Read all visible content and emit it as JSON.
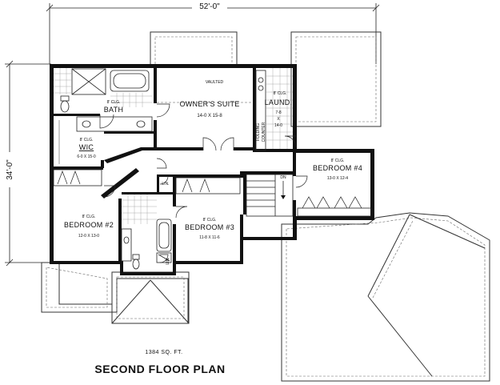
{
  "dimensions": {
    "width_label": "52'-0\"",
    "depth_label": "34'-0\""
  },
  "rooms": {
    "owners_suite": {
      "ceiling": "VAULTED",
      "name": "OWNER'S SUITE",
      "size": "14-0 X 15-8"
    },
    "bath": {
      "ceiling": "8' CLG.",
      "name": "BATH"
    },
    "wic": {
      "ceiling": "8' CLG.",
      "name": "WIC",
      "size": "6-0 X 15-0"
    },
    "laundry": {
      "ceiling": "8' CLG.",
      "name": "LAUND.",
      "size_a": "7-8",
      "size_x": "X",
      "size_b": "14-0"
    },
    "folding_counter": {
      "line1": "FOLDING",
      "line2": "COUNTER"
    },
    "bedroom4": {
      "ceiling": "8' CLG.",
      "name": "BEDROOM #4",
      "size": "13-0 X 12-4"
    },
    "bedroom2": {
      "ceiling": "8' CLG.",
      "name": "BEDROOM #2",
      "size": "12-0 X 13-0"
    },
    "bedroom3": {
      "ceiling": "8' CLG.",
      "name": "BEDROOM #3",
      "size": "11-8 X 11-6"
    },
    "linen1": {
      "name": "LIN."
    },
    "linen2": {
      "name": "LIN."
    },
    "stairs": {
      "label": "DN"
    }
  },
  "area": "1384 SQ. FT.",
  "title": "SECOND FLOOR PLAN"
}
